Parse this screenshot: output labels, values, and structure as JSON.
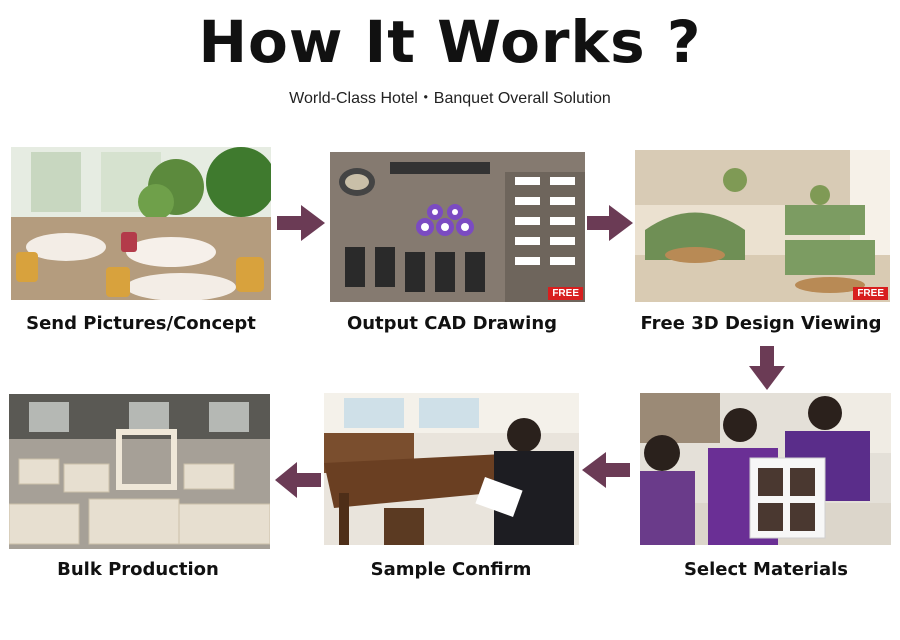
{
  "header": {
    "title": "How It Works ?",
    "subtitle": "World-Class Hotel・Banquet Overall Solution"
  },
  "steps": [
    {
      "label": "Send Pictures/Concept",
      "image": "hotel-restaurant-photo"
    },
    {
      "label": "Output CAD Drawing",
      "image": "cad-floor-plan",
      "badge": "FREE"
    },
    {
      "label": "Free 3D Design Viewing",
      "image": "3d-restaurant-render",
      "badge": "FREE"
    },
    {
      "label": "Select Materials",
      "image": "material-selection-photo"
    },
    {
      "label": "Sample Confirm",
      "image": "sample-inspection-photo"
    },
    {
      "label": "Bulk Production",
      "image": "factory-production-photo"
    }
  ],
  "colors": {
    "arrow": "#6b3b55",
    "badge": "#d81e1e"
  }
}
